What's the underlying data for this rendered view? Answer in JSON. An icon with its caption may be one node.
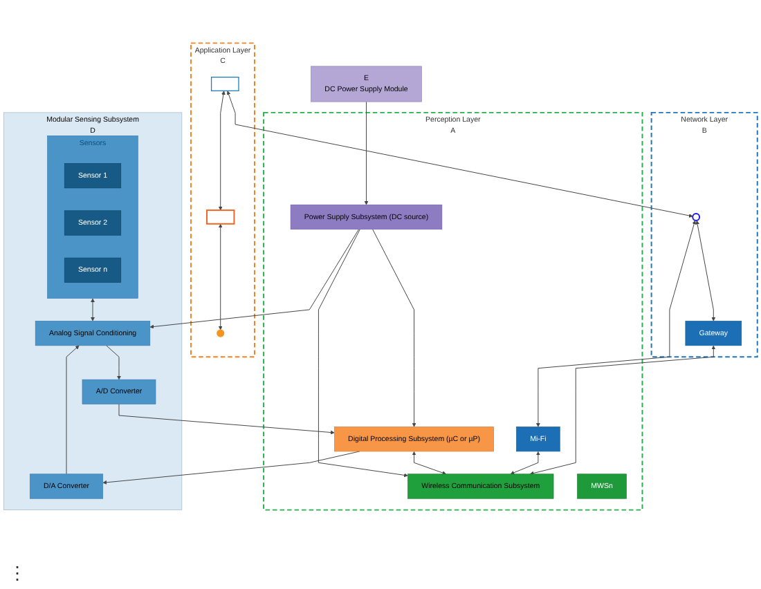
{
  "diagram": {
    "nodes": [
      {
        "text": [
          "Application Layer",
          "C"
        ]
      },
      {
        "text": [],
        "shape": "box",
        "in": 0
      },
      {
        "text": [],
        "shape": "phone",
        "in": 0
      },
      {
        "text": [],
        "shape": "person",
        "in": 0
      },
      {
        "text": [
          "Network Layer",
          "B"
        ]
      },
      {
        "text": [],
        "shape": "globe",
        "in": 4
      },
      {
        "text": [
          "Gateway"
        ],
        "in": 4
      },
      {
        "text": [
          "Perception Layer",
          "A"
        ]
      },
      {
        "text": [
          "Mi-Fi"
        ],
        "in": 7
      },
      {
        "text": [
          "Digital Processing Subsystem (µC or µP)"
        ],
        "in": 7
      },
      {
        "text": [
          "Wireless Communication Subsystem"
        ],
        "in": 7
      },
      {
        "text": [
          "Power Supply Subsystem (DC source)"
        ],
        "in": 7
      },
      {
        "text": [
          "MWSn"
        ],
        "in": 7
      },
      {
        "text": [
          "Modular Sensing Subsystem",
          "D"
        ]
      },
      {
        "text": [
          "Sensors"
        ],
        "in": 13
      },
      {
        "text": [
          "Sensor 1"
        ],
        "in": 14
      },
      {
        "text": [
          "Sensor 2"
        ],
        "in": 14
      },
      {
        "text": [
          "Sensor n"
        ],
        "in": 14
      },
      {
        "text": [
          "Analog Signal Conditioning"
        ],
        "in": 13
      },
      {
        "text": [
          "A/D Converter"
        ],
        "in": 13
      },
      {
        "text": [
          "D/A Converter"
        ],
        "in": 13
      },
      {
        "text": [
          "E",
          "DC Power Supply Module"
        ]
      }
    ],
    "edges": [
      {
        "from": 1,
        "to": 2,
        "arrow": "both"
      },
      {
        "from": 2,
        "to": 3,
        "arrow": "both"
      },
      {
        "from": 1,
        "to": 5,
        "arrow": "both"
      },
      {
        "from": 5,
        "to": 6,
        "arrow": "both"
      },
      {
        "from": 5,
        "to": 8,
        "arrow": "both"
      },
      {
        "from": 6,
        "to": 10,
        "arrow": "both"
      },
      {
        "from": 8,
        "to": 10,
        "arrow": "both"
      },
      {
        "from": 9,
        "to": 10,
        "arrow": "both"
      },
      {
        "from": 14,
        "to": 18,
        "arrow": "both"
      },
      {
        "from": 18,
        "to": 19,
        "arrow": "to"
      },
      {
        "from": 19,
        "to": 9,
        "arrow": "to"
      },
      {
        "from": 9,
        "to": 20,
        "arrow": "to"
      },
      {
        "from": 20,
        "to": 18,
        "arrow": "to"
      },
      {
        "from": 11,
        "to": 9,
        "arrow": "to"
      },
      {
        "from": 11,
        "to": 10,
        "arrow": "to"
      },
      {
        "from": 11,
        "to": 18,
        "arrow": "to"
      },
      {
        "from": 21,
        "to": 11,
        "arrow": "to"
      }
    ],
    "labels": [
      "⋮"
    ]
  }
}
